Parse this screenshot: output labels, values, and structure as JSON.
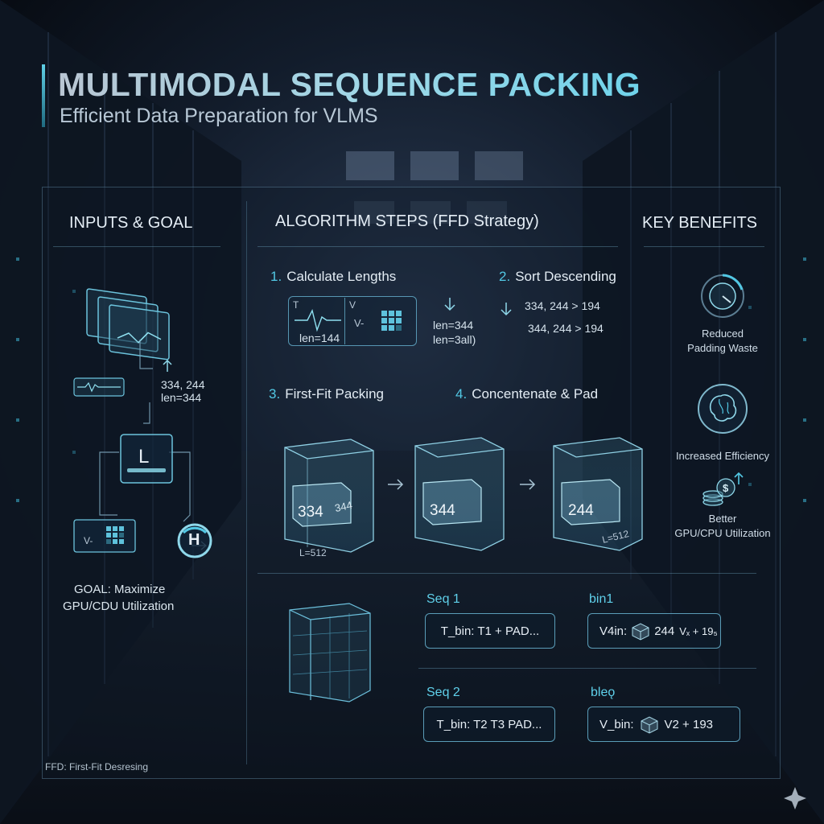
{
  "header": {
    "title": "MULTIMODAL SEQUENCE PACKING",
    "subtitle": "Efficient Data Preparation for VLMS"
  },
  "inputs": {
    "heading": "INPUTS & GOAL",
    "length_note_1": "334, 244",
    "length_note_2": "len=344",
    "box_letter": "L",
    "hub_letter": "H",
    "frame_label": "V-",
    "goal_line_1": "GOAL: Maximize",
    "goal_line_2": "GPU/CDU Utilization"
  },
  "algorithm": {
    "heading": "ALGORITHM STEPS (FFD Strategy)",
    "step1": {
      "num": "1.",
      "label": "Calculate Lengths",
      "t_tag": "T",
      "v_tag": "V-",
      "v_corner": "V",
      "len_label": "len=144",
      "out_1": "len=344",
      "out_2": "len=3all)"
    },
    "step2": {
      "num": "2.",
      "label": "Sort Descending",
      "line_1": "334, 244 > 194",
      "line_2": "344, 244 > 194"
    },
    "step3": {
      "num": "3.",
      "label": "First-Fit Packing"
    },
    "step4": {
      "num": "4.",
      "label": "Concentenate & Pad"
    },
    "bins": [
      {
        "value": "334",
        "extra": "344",
        "cap": "L=512"
      },
      {
        "value": "344",
        "extra": "",
        "cap": ""
      },
      {
        "value": "244",
        "extra": "",
        "cap": "L=512"
      }
    ]
  },
  "output": {
    "seq1_label": "Seq 1",
    "seq1_text": "T_bin: T1 + PAD...",
    "bin1_label": "bin1",
    "bin1_prefix": "V4in:",
    "bin1_value": "244",
    "bin1_suffix": "Vₓ + 19₅",
    "seq2_label": "Seq 2",
    "seq2_text": "T_bin: T2 T3 PAD...",
    "bin2_label": "bleǫ",
    "bin2_prefix": "V_bin:",
    "bin2_suffix": "V2 + 193"
  },
  "benefits": {
    "heading": "KEY BENEFITS",
    "items": [
      {
        "icon": "gauge-icon",
        "line_1": "Reduced",
        "line_2": "Padding Waste"
      },
      {
        "icon": "brain-icon",
        "line_1": "Increased Efficiency",
        "line_2": ""
      },
      {
        "icon": "coins-icon",
        "line_1": "Better",
        "line_2": "GPU/CPU Utilization"
      }
    ]
  },
  "footnote": "FFD: First-Fit Desresing",
  "colors": {
    "accent": "#52c8e4",
    "background": "#0b111b",
    "panel_border": "#6fb4d2"
  }
}
